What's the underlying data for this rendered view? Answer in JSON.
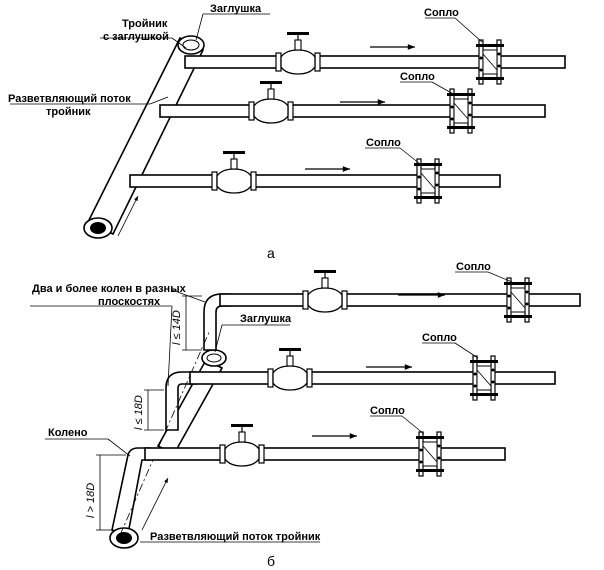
{
  "diagram_a": {
    "caption": "а",
    "labels": {
      "tee_with_plug": [
        "Тройник",
        "с заглушкой"
      ],
      "plug": "Заглушка",
      "branching_tee": [
        "Разветвляющий поток",
        "тройник"
      ],
      "nozzle_1": "Сопло",
      "nozzle_2": "Сопло",
      "nozzle_3": "Сопло"
    }
  },
  "diagram_b": {
    "caption": "б",
    "labels": {
      "two_elbows": [
        "Два и более колен в разных",
        "плоскостях"
      ],
      "plug": "Заглушка",
      "elbow": "Колено",
      "branching_tee": "Разветвляющий поток тройник",
      "nozzle_1": "Сопло",
      "nozzle_2": "Сопло",
      "nozzle_3": "Сопло"
    },
    "dimensions": {
      "l14": "l ≤ 14D",
      "l18": "l ≤ 18D",
      "l18gt": "l > 18D"
    }
  }
}
